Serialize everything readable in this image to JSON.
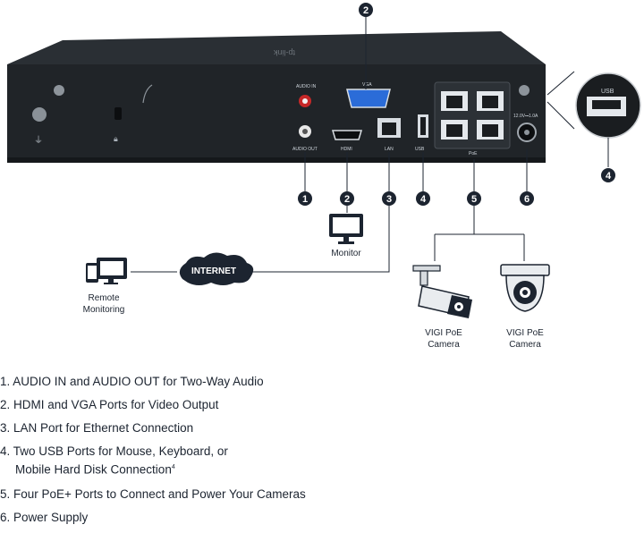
{
  "device": {
    "brand_text": "tp-link",
    "port_labels": {
      "audio_in": "AUDIO IN",
      "audio_out": "AUDIO OUT",
      "vga": "VGA",
      "hdmi": "HDMI",
      "lan": "LAN",
      "usb": "USB",
      "poe": "PoE",
      "power": "12.0V⎓1.0A"
    }
  },
  "inset_usb_label": "USB",
  "callouts": [
    "1",
    "2",
    "3",
    "4",
    "5",
    "6"
  ],
  "labels": {
    "monitor": "Monitor",
    "internet": "INTERNET",
    "remote_line1": "Remote",
    "remote_line2": "Monitoring",
    "cam1_line1": "VIGI PoE",
    "cam1_line2": "Camera",
    "cam2_line1": "VIGI PoE",
    "cam2_line2": "Camera"
  },
  "features": [
    {
      "text": "1. AUDIO IN and AUDIO OUT for Two-Way Audio"
    },
    {
      "text": "2. HDMI and VGA Ports for Video Output"
    },
    {
      "text": "3. LAN Port for Ethernet Connection"
    },
    {
      "text": "4. Two USB Ports for Mouse, Keyboard, or",
      "text2": "Mobile Hard Disk Connection",
      "footnote": "4"
    },
    {
      "text": "5. Four PoE+ Ports to Connect and Power Your Cameras"
    },
    {
      "text": "6. Power Supply"
    }
  ],
  "colors": {
    "badge": "#1c2430",
    "line": "#1c2430",
    "accent_blue": "#1e88e5",
    "chassis": "#202428"
  }
}
